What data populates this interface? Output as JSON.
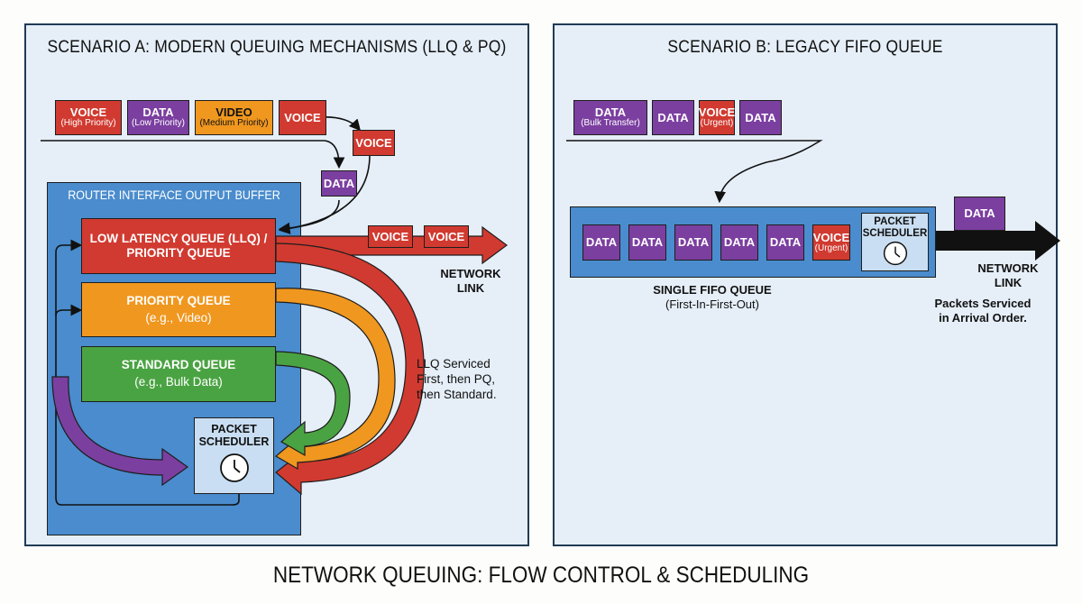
{
  "title": "NETWORK QUEUING: FLOW CONTROL & SCHEDULING",
  "colors": {
    "voice": "#d13a30",
    "data": "#7b3fa0",
    "video": "#f0971f",
    "standard": "#4aa342",
    "buffer": "#4a8ccd",
    "scheduler": "#c9def2",
    "panel_bg": "#e6eff8"
  },
  "scenario_a": {
    "title": "SCENARIO A: MODERN QUEUING MECHANISMS (LLQ & PQ)",
    "incoming_packets": [
      {
        "label": "VOICE",
        "sub": "(High Priority)",
        "type": "voice"
      },
      {
        "label": "DATA",
        "sub": "(Low Priority)",
        "type": "data"
      },
      {
        "label": "VIDEO",
        "sub": "(Medium Priority)",
        "type": "video"
      },
      {
        "label": "VOICE",
        "sub": "",
        "type": "voice"
      }
    ],
    "moving_voice": "VOICE",
    "moving_data": "DATA",
    "buffer_label": "ROUTER INTERFACE OUTPUT BUFFER",
    "queues": [
      {
        "name": "LOW LATENCY QUEUE (LLQ) /",
        "name2": "PRIORITY QUEUE",
        "type": "voice"
      },
      {
        "name": "PRIORITY QUEUE",
        "sub": "(e.g., Video)",
        "type": "video"
      },
      {
        "name": "STANDARD QUEUE",
        "sub": "(e.g., Bulk Data)",
        "type": "standard"
      }
    ],
    "scheduler": {
      "line1": "PACKET",
      "line2": "SCHEDULER",
      "icon": "clock-icon"
    },
    "outgoing_packets": [
      "VOICE",
      "VOICE"
    ],
    "link_label": [
      "NETWORK",
      "LINK"
    ],
    "note": [
      "LLQ Serviced",
      "First, then PQ,",
      "then Standard."
    ]
  },
  "scenario_b": {
    "title": "SCENARIO B: LEGACY FIFO QUEUE",
    "incoming_packets": [
      {
        "label": "DATA",
        "sub": "(Bulk Transfer)",
        "type": "data"
      },
      {
        "label": "DATA",
        "sub": "",
        "type": "data"
      },
      {
        "label": "VOICE",
        "sub": "(Urgent)",
        "type": "voice"
      },
      {
        "label": "DATA",
        "sub": "",
        "type": "data"
      }
    ],
    "queue_packets": [
      {
        "label": "DATA",
        "sub": "",
        "type": "data"
      },
      {
        "label": "DATA",
        "sub": "",
        "type": "data"
      },
      {
        "label": "DATA",
        "sub": "",
        "type": "data"
      },
      {
        "label": "DATA",
        "sub": "",
        "type": "data"
      },
      {
        "label": "DATA",
        "sub": "",
        "type": "data"
      },
      {
        "label": "VOICE",
        "sub": "(Urgent)",
        "type": "voice"
      }
    ],
    "scheduler": {
      "line1": "PACKET",
      "line2": "SCHEDULER",
      "icon": "clock-icon"
    },
    "outgoing_packet": "DATA",
    "queue_label": "SINGLE FIFO QUEUE",
    "queue_sub": "(First-In-First-Out)",
    "link_label": [
      "NETWORK",
      "LINK"
    ],
    "note": [
      "Packets Serviced",
      "in Arrival Order."
    ]
  }
}
